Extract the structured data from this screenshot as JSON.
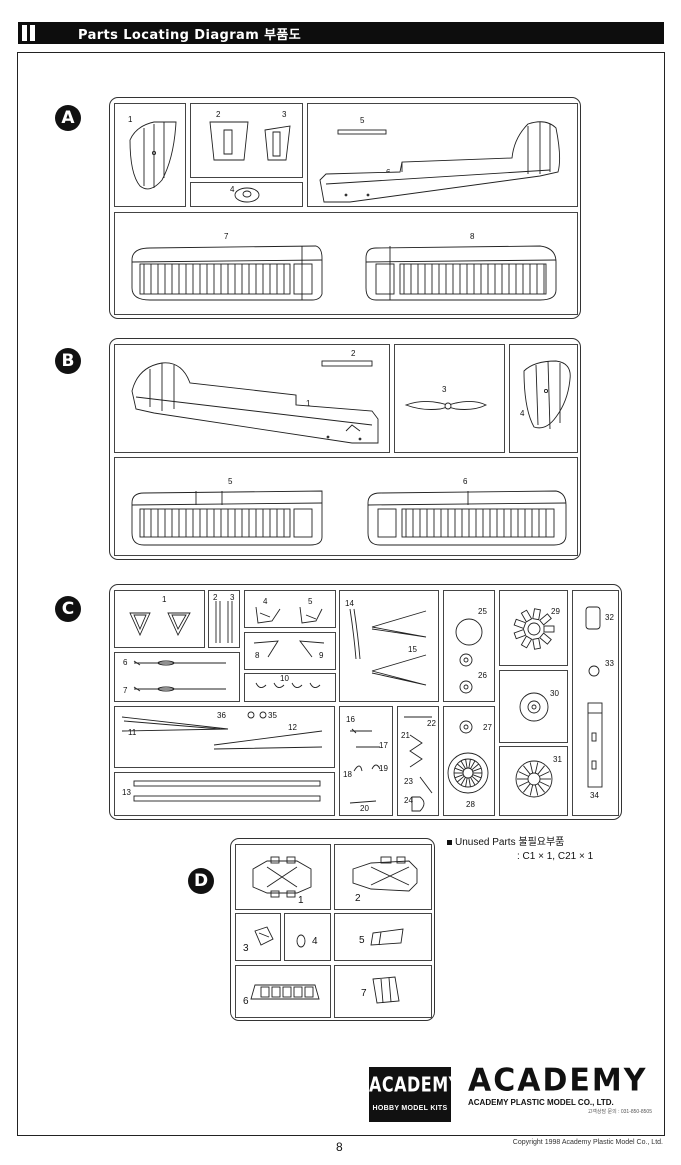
{
  "header": {
    "title": "Parts Locating Diagram  부품도"
  },
  "sprues": {
    "A": {
      "letter": "A",
      "parts": [
        "1",
        "2",
        "3",
        "4",
        "5",
        "6",
        "7",
        "8"
      ]
    },
    "B": {
      "letter": "B",
      "parts": [
        "1",
        "2",
        "3",
        "4",
        "5",
        "6"
      ]
    },
    "C": {
      "letter": "C",
      "parts": [
        "1",
        "2",
        "3",
        "4",
        "5",
        "6",
        "7",
        "8",
        "9",
        "10",
        "11",
        "12",
        "13",
        "14",
        "15",
        "16",
        "17",
        "18",
        "19",
        "20",
        "21",
        "22",
        "23",
        "24",
        "25",
        "26",
        "27",
        "28",
        "29",
        "30",
        "31",
        "32",
        "33",
        "34",
        "35",
        "36"
      ]
    },
    "D": {
      "letter": "D",
      "parts": [
        "1",
        "2",
        "3",
        "4",
        "5",
        "6",
        "7"
      ]
    }
  },
  "unused": {
    "label": "Unused Parts",
    "label_kr": "불필요부품",
    "items": ": C1 × 1,  C21 × 1"
  },
  "footer": {
    "logo_main": "ACADEMY",
    "logo_sub": "HOBBY MODEL KITS",
    "brand": "ACADEMY",
    "company": "ACADEMY PLASTIC MODEL CO., LTD.",
    "phone": "고객상담 문의 : 031-850-8505",
    "page": "8",
    "copyright": "Copyright 1998 Academy Plastic Model Co., Ltd."
  }
}
